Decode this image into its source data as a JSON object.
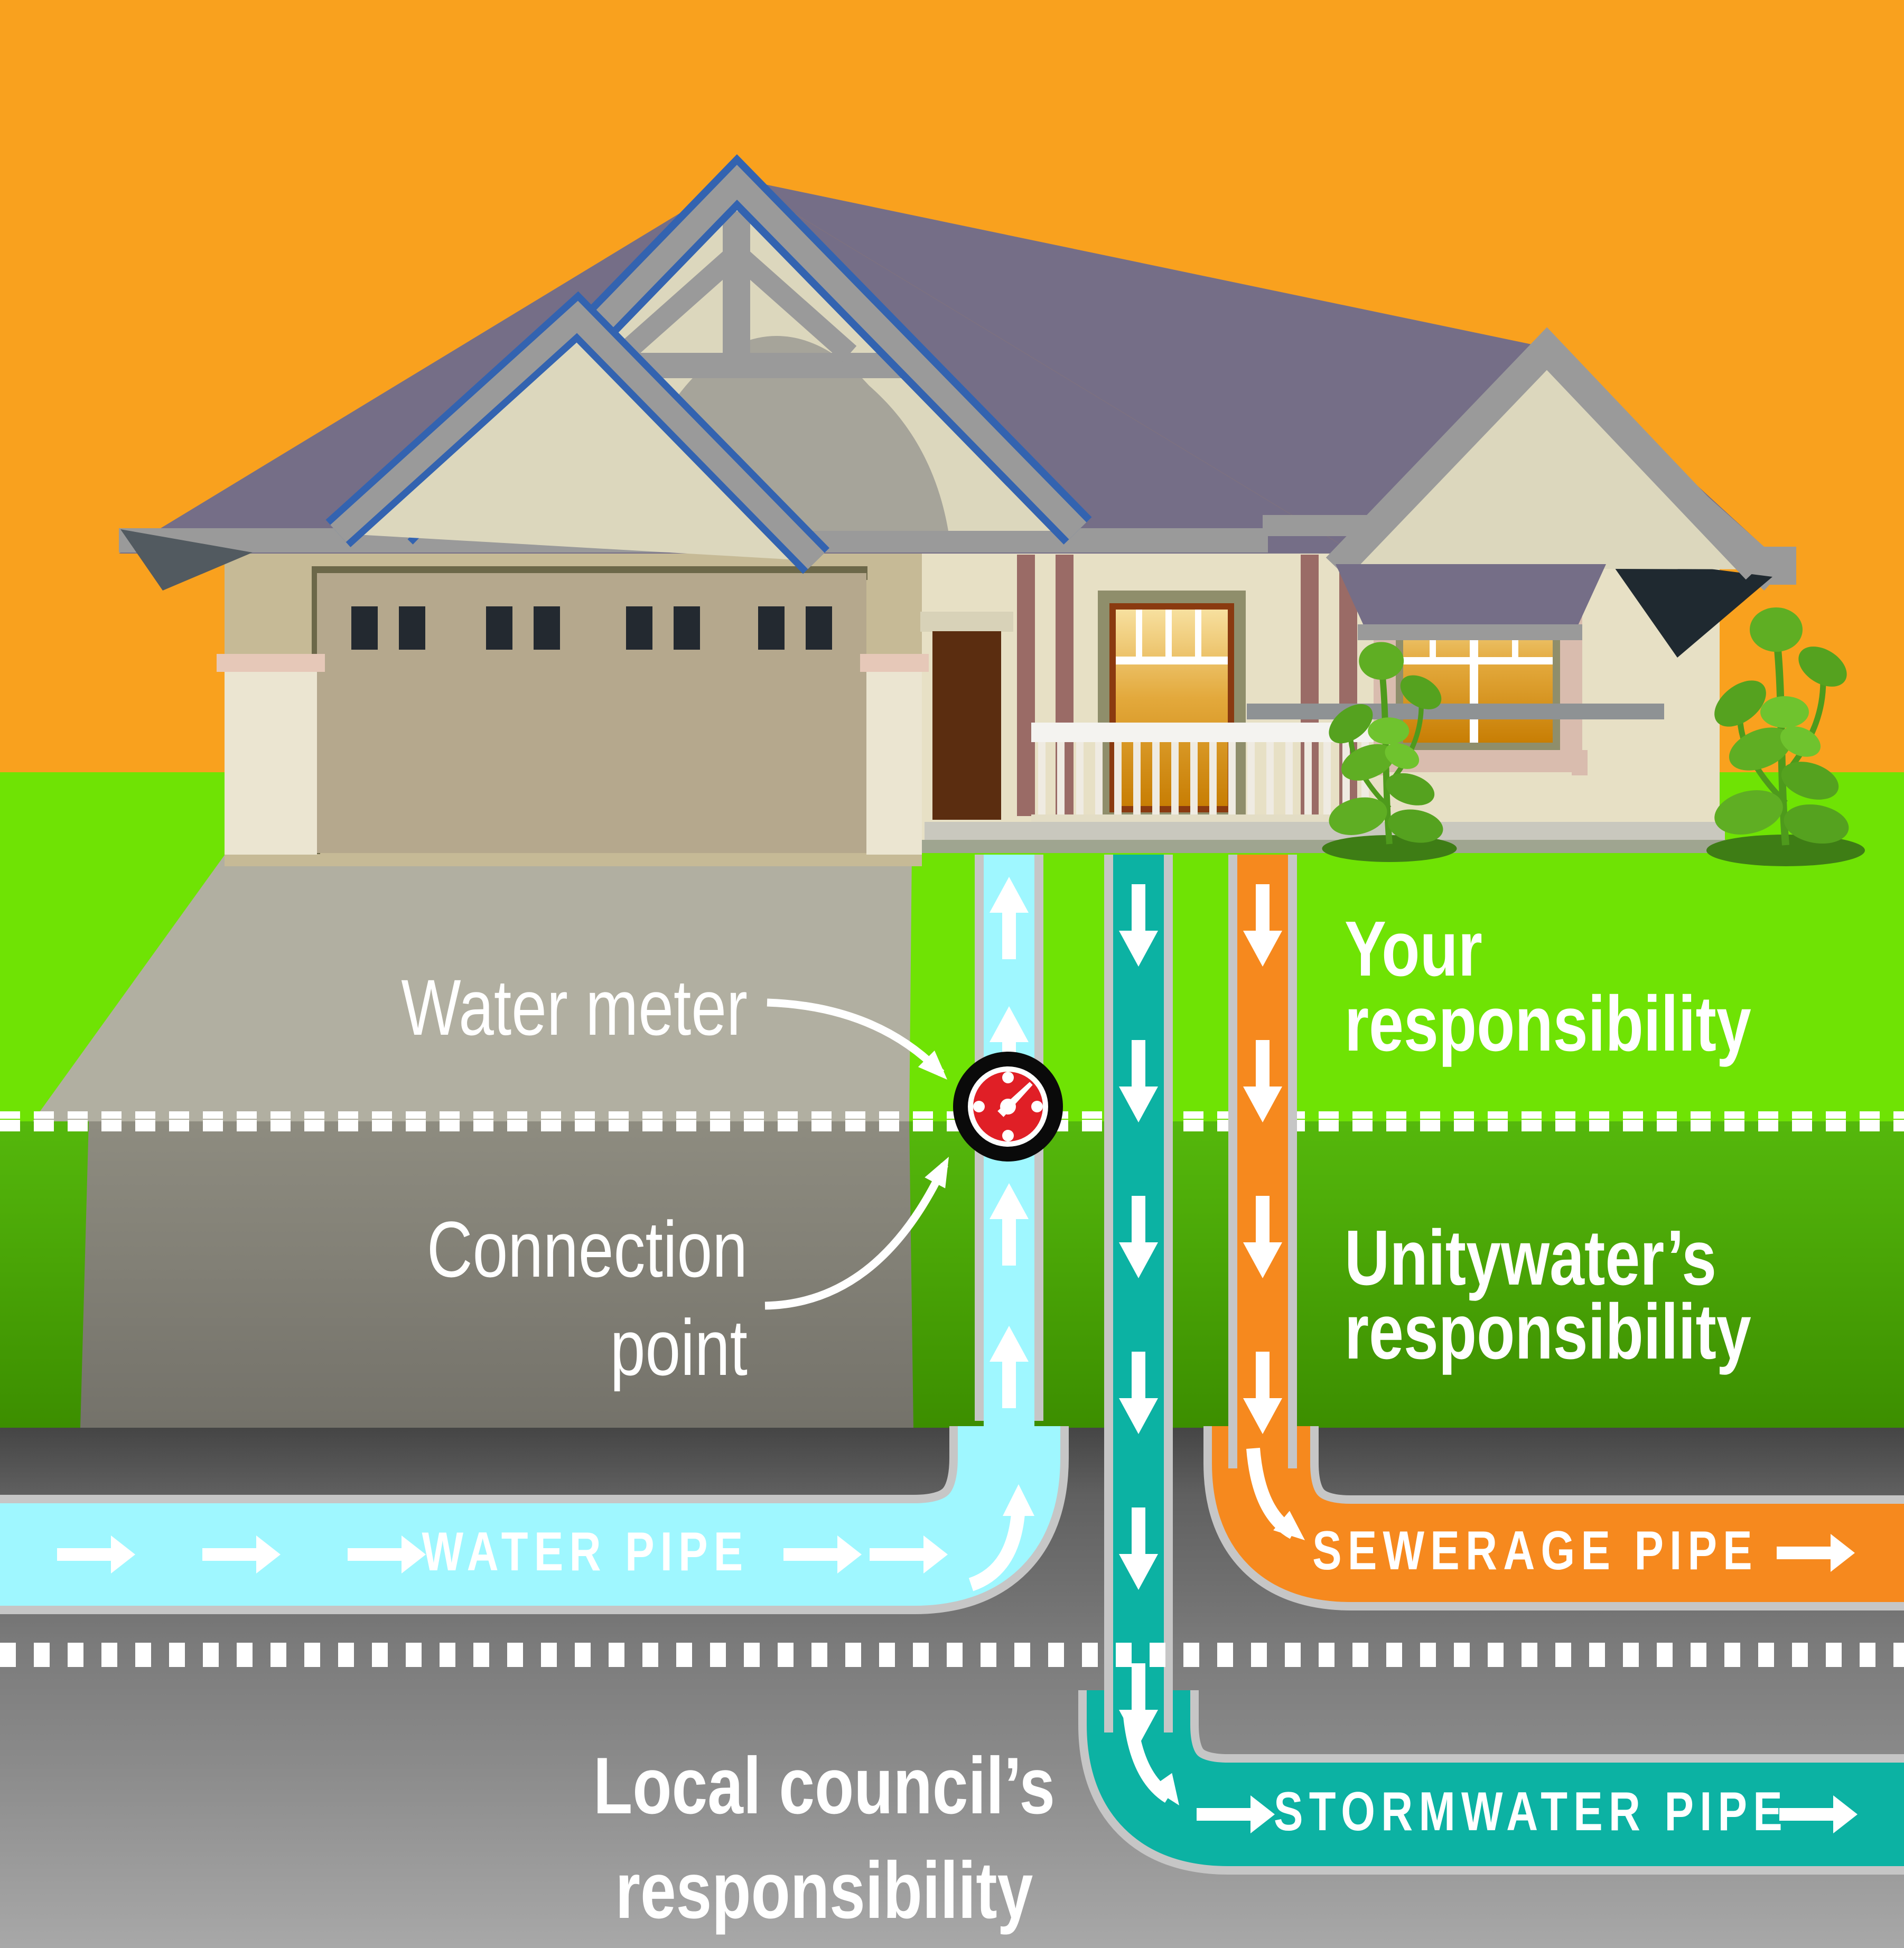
{
  "callouts": {
    "water_meter": "Water meter",
    "connection_point_line1": "Connection",
    "connection_point_line2": "point"
  },
  "zones": {
    "your": {
      "line1": "Your",
      "line2": "responsibility",
      "color": "#6FE304"
    },
    "unitywater": {
      "line1": "Unitywater’s",
      "line2": "responsibility",
      "color": "#4CA708"
    },
    "council": {
      "line1": "Local council’s",
      "line2": "responsibility",
      "color": "#7B7B7B"
    }
  },
  "pipes": {
    "water": {
      "label": "WATER PIPE",
      "color": "#9FF7FF",
      "direction": "up-to-house"
    },
    "sewerage": {
      "label": "SEWERAGE PIPE",
      "color": "#F6891E",
      "direction": "down-from-house"
    },
    "stormwater": {
      "label": "STORMWATER PIPE",
      "color": "#0CB2A3",
      "direction": "down-from-house"
    }
  },
  "colors": {
    "sky": "#F9A11E",
    "lawn": "#6FE304",
    "lawn_dark_top": "#55B80C",
    "lawn_dark_bottom": "#3C8E00",
    "driveway": "#B1AFA1",
    "underground_top": "#454545",
    "underground_bottom": "#A8A8A8",
    "pipe_casing": "#C6C6C6",
    "boundary_dash": "#FFFFFF",
    "meter_red": "#E01F26",
    "roof": "#756E87",
    "wall": "#E7E0C5"
  },
  "icons": {
    "water_meter_icon": "red circular gauge with needle",
    "flow_arrow": "white directional arrow",
    "property_boundary": "white square dashed line",
    "road_marking": "white bar dashed line"
  }
}
